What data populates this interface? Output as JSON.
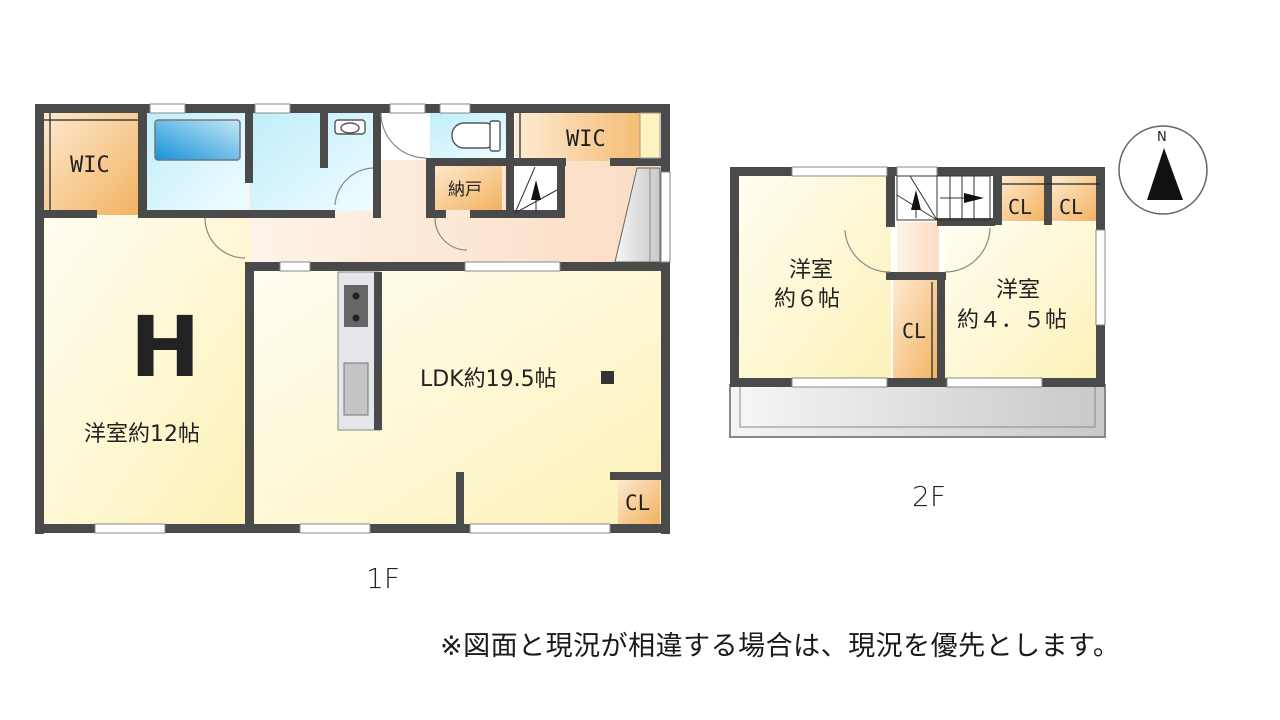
{
  "floor1": {
    "label": "1F",
    "rooms": {
      "wic_left": "WIC",
      "bedroom": "洋室約12帖",
      "bedroom_mark": "H",
      "ldk": "LDK約19.5帖",
      "storage": "納戸",
      "wic_right": "WIC",
      "closet": "CL"
    }
  },
  "floor2": {
    "label": "2F",
    "rooms": {
      "room_left_line1": "洋室",
      "room_left_line2": "約６帖",
      "room_right_line1": "洋室",
      "room_right_line2": "約４．５帖",
      "closet_top_a": "CL",
      "closet_top_b": "CL",
      "closet_middle": "CL"
    }
  },
  "compass": {
    "north_label": "N"
  },
  "note": "※図面と現況が相違する場合は、現況を優先とします。",
  "colors": {
    "wall": "#4a4a4a",
    "room_yellow": "#fdf6c8",
    "storage_orange": "#f5b66a",
    "wet_blue": "#d9f4fb",
    "hall_peach": "#fbe6d2",
    "balcony_gray": "#d8d8d8"
  }
}
